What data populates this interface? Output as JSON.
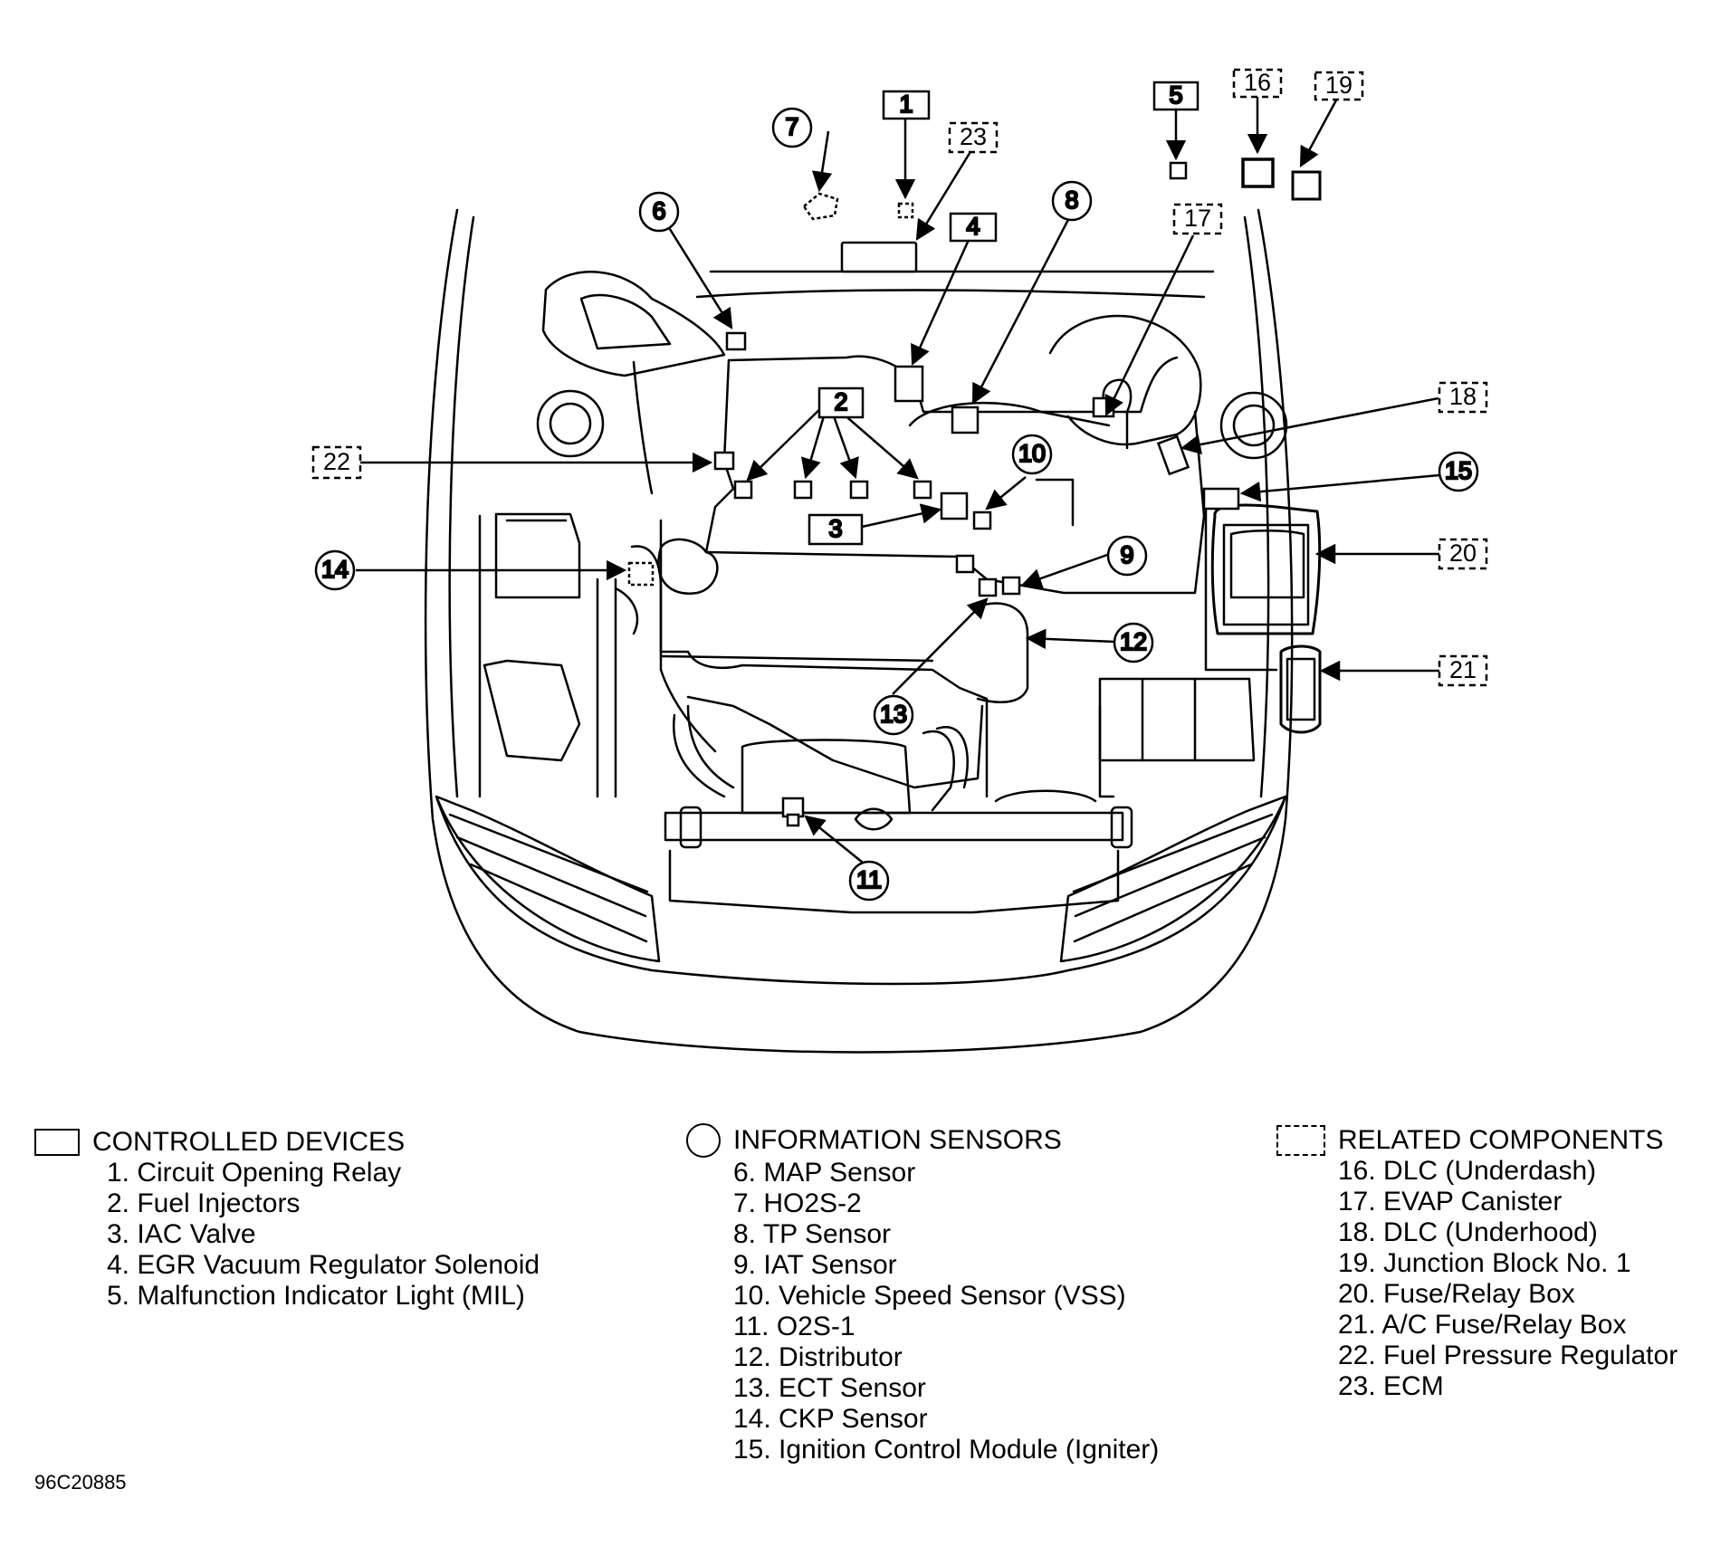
{
  "markers": {
    "m1": "1",
    "m2": "2",
    "m3": "3",
    "m4": "4",
    "m5": "5",
    "m6": "6",
    "m7": "7",
    "m8": "8",
    "m9": "9",
    "m10": "10",
    "m11": "11",
    "m12": "12",
    "m13": "13",
    "m14": "14",
    "m15": "15",
    "m16": "16",
    "m17": "17",
    "m18": "18",
    "m19": "19",
    "m20": "20",
    "m21": "21",
    "m22": "22",
    "m23": "23"
  },
  "legend": {
    "controlled": {
      "heading": "CONTROLLED DEVICES",
      "items": [
        "1. Circuit Opening Relay",
        "2. Fuel Injectors",
        "3. IAC Valve",
        "4. EGR Vacuum Regulator Solenoid",
        "5. Malfunction Indicator Light (MIL)"
      ]
    },
    "sensors": {
      "heading": "INFORMATION SENSORS",
      "items": [
        "6. MAP Sensor",
        "7. HO2S-2",
        "8. TP Sensor",
        "9. IAT Sensor",
        "10. Vehicle Speed Sensor (VSS)",
        "11. O2S-1",
        "12. Distributor",
        "13. ECT Sensor",
        "14. CKP Sensor",
        "15. Ignition Control Module (Igniter)"
      ]
    },
    "related": {
      "heading": "RELATED COMPONENTS",
      "items": [
        "16. DLC (Underdash)",
        "17. EVAP Canister",
        "18. DLC (Underhood)",
        "19. Junction Block No. 1",
        "20. Fuse/Relay Box",
        "21. A/C Fuse/Relay Box",
        "22. Fuel Pressure Regulator",
        "23. ECM"
      ]
    }
  },
  "figure_code": "96C20885"
}
